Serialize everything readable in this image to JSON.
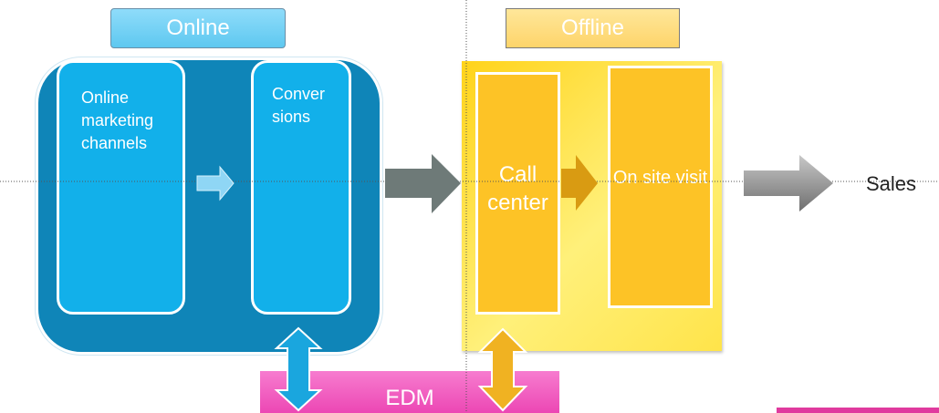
{
  "headers": {
    "online": "Online",
    "offline": "Offline"
  },
  "cards": {
    "online_channels": "Online marketing channels",
    "conversions": "Conver sions",
    "call_center": "Call center",
    "on_site_visit": "On site visit"
  },
  "edm": "EDM",
  "sales": "Sales",
  "colors": {
    "online_container": "#0f85b8",
    "online_card": "#12b0ea",
    "offline_container": "#ffe44a",
    "offline_card": "#fdc326",
    "edm_bar": "#ec47b4",
    "gray_arrow": "#6e7a78"
  }
}
